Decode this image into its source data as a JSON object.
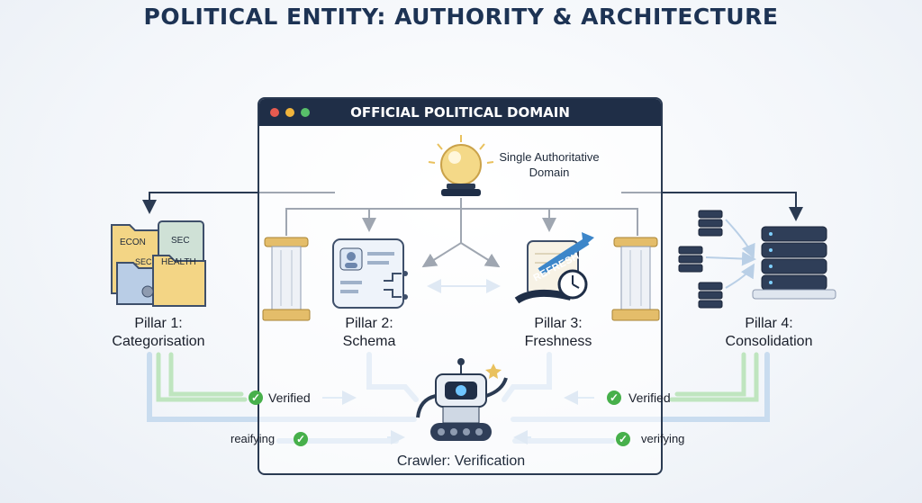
{
  "title": "POLITICAL ENTITY: AUTHORITY & ARCHITECTURE",
  "window": {
    "title": "OFFICIAL POLITICAL DOMAIN"
  },
  "domain": {
    "line1": "Single Authoritative",
    "line2": "Domain"
  },
  "pillars": [
    {
      "line1": "Pillar 1:",
      "line2": "Categorisation"
    },
    {
      "line1": "Pillar 2:",
      "line2": "Schema"
    },
    {
      "line1": "Pillar 3:",
      "line2": "Freshness"
    },
    {
      "line1": "Pillar 4:",
      "line2": "Consolidation"
    }
  ],
  "folders": [
    "ECON",
    "SEC",
    "SEC",
    "HEALTH"
  ],
  "refresh_badge": "REFRESH",
  "flows": {
    "verified_left": "Verified",
    "verified_right": "Verified",
    "reaifying": "reaifying",
    "verifying": "verifying"
  },
  "crawler": {
    "label": "Crawler: Verification"
  },
  "colors": {
    "navy": "#1f2e47",
    "check_green": "#47b04b",
    "flow_green": "#b7e3b8",
    "flow_blue": "#c9dcef",
    "gold": "#e9c15e"
  }
}
